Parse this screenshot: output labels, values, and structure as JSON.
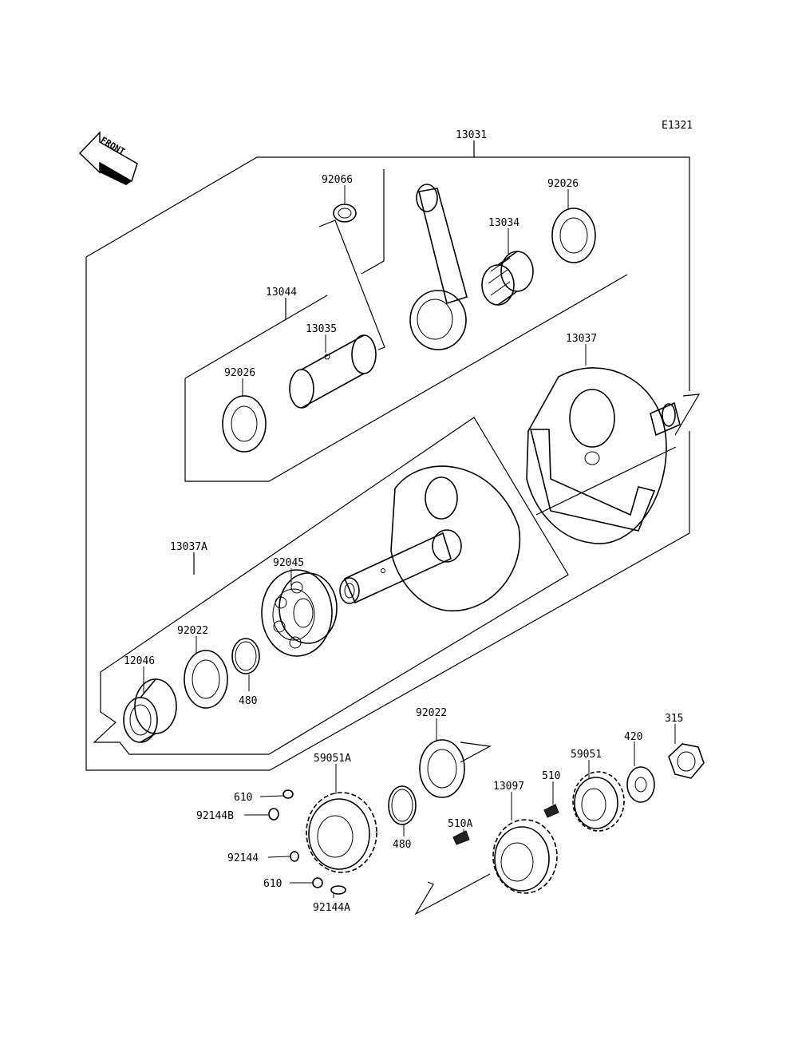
{
  "diagram_code": "E1321",
  "front_label": "FRONT",
  "labels": {
    "p13031": "13031",
    "p92066": "92066",
    "p92026_top": "92026",
    "p13034": "13034",
    "p13044": "13044",
    "p13035": "13035",
    "p92026_left": "92026",
    "p13037": "13037",
    "p13037A": "13037A",
    "p92045": "92045",
    "p92022_top": "92022",
    "p12046": "12046",
    "p480_top": "480",
    "p92022_bottom": "92022",
    "p315": "315",
    "p420": "420",
    "p59051A": "59051A",
    "p59051": "59051",
    "p510": "510",
    "p13097": "13097",
    "p610_top": "610",
    "p92144B": "92144B",
    "p510A": "510A",
    "p480_bottom": "480",
    "p92144": "92144",
    "p610_bottom": "610",
    "p92144A": "92144A"
  }
}
